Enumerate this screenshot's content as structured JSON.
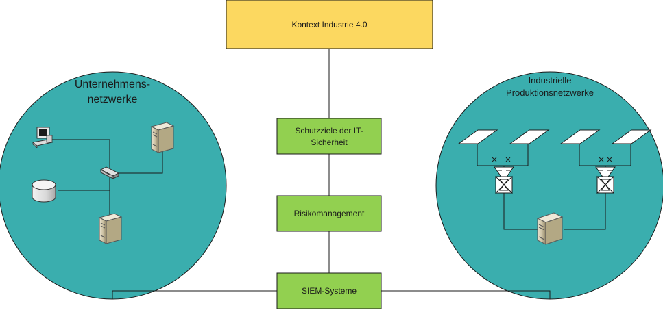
{
  "title_box": {
    "label": "Kontext Industrie 4.0",
    "color": "#fcd860"
  },
  "boxes": [
    {
      "label_line1": "Schutzziele der IT-",
      "label_line2": "Sicherheit"
    },
    {
      "label": "Risikomanagement"
    },
    {
      "label": "SIEM-Systeme"
    }
  ],
  "box_color": "#92d050",
  "circle_color": "#3aaeae",
  "left_network": {
    "title_line1": "Unternehmens-",
    "title_line2": "netzwerke",
    "icons": [
      "desktop-computer-icon",
      "database-disk-icon",
      "network-switch-icon",
      "server-icon",
      "server-icon"
    ]
  },
  "right_network": {
    "title_line1": "Industrielle",
    "title_line2": "Produktionsnetzwerke",
    "icons": [
      "solar-panel-icon",
      "inverter-icon",
      "server-icon"
    ]
  }
}
